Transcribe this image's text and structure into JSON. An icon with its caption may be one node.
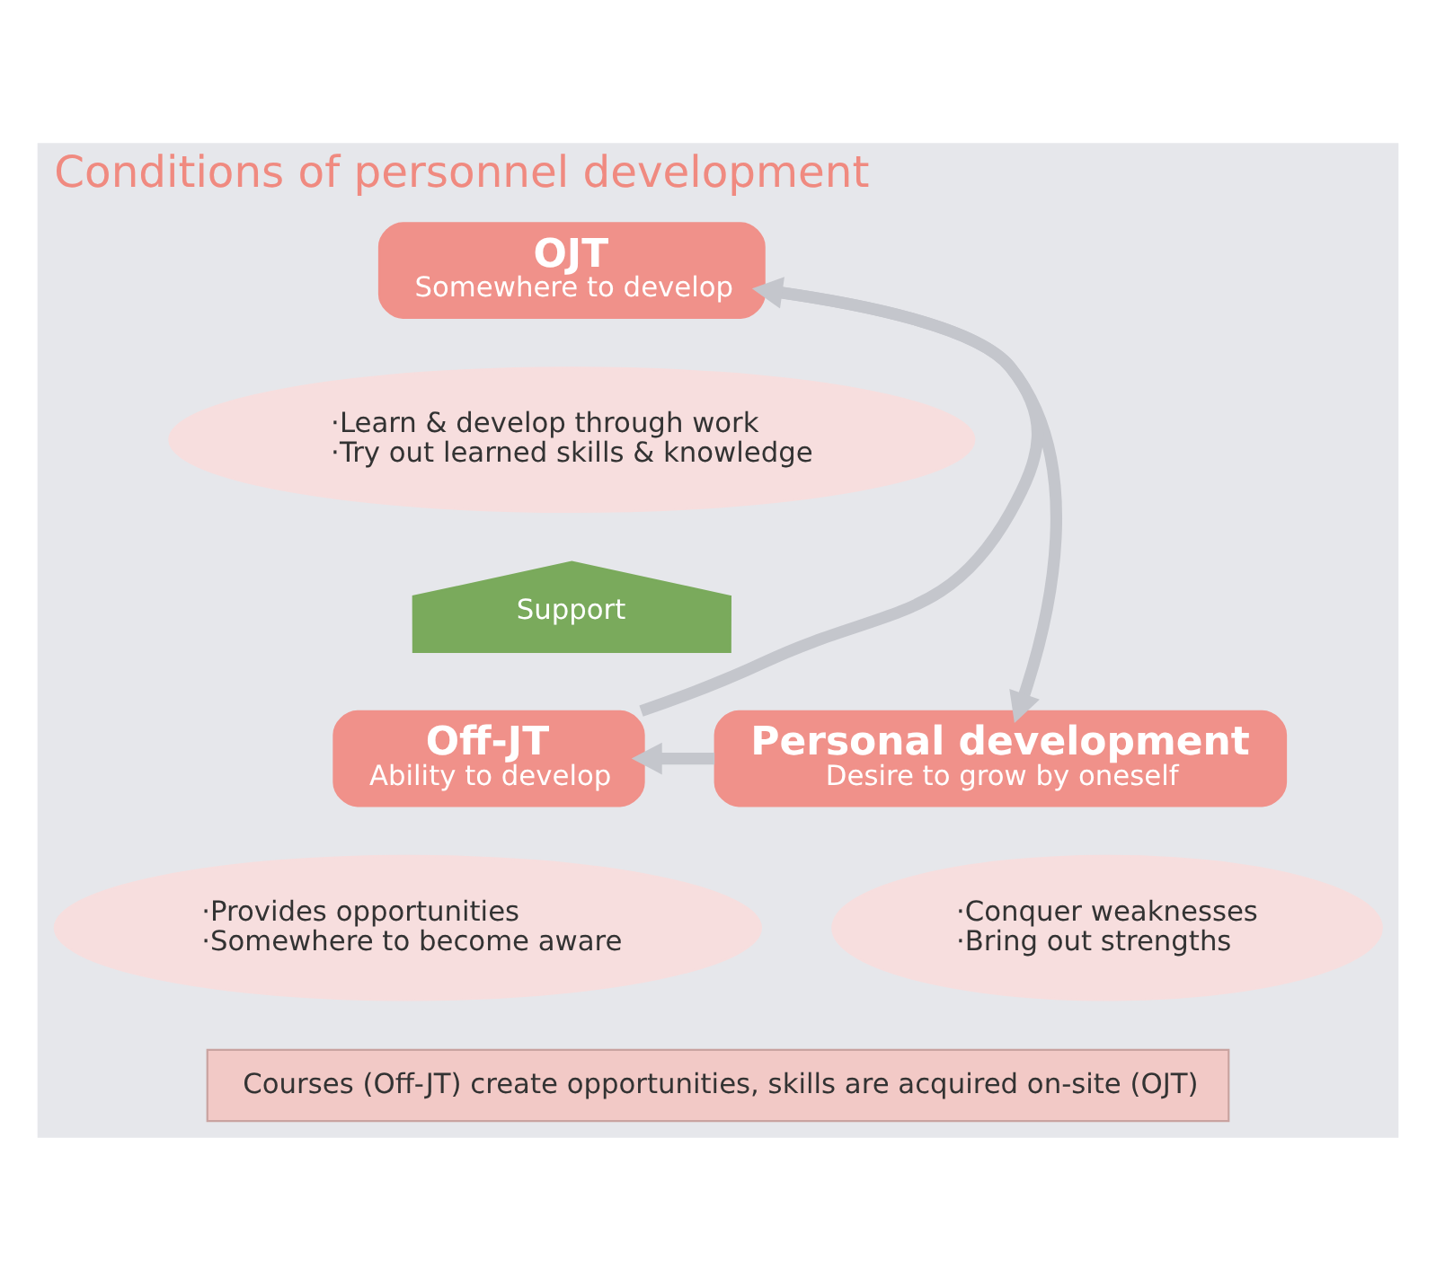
{
  "diagram": {
    "nodes": [
      {
        "text": [
          "Conditions of personnel development"
        ]
      },
      {
        "text": [
          "OJT",
          "Somewhere to develop"
        ],
        "in": 0
      },
      {
        "text": [
          "·Learn & develop through work",
          "·Try out learned skills & knowledge"
        ],
        "in": 0
      },
      {
        "text": [
          "Support"
        ],
        "in": 0
      },
      {
        "text": [
          "Off-JT",
          "Ability to develop"
        ],
        "in": 0
      },
      {
        "text": [
          "Personal development",
          "Desire to grow by oneself"
        ],
        "in": 0
      },
      {
        "text": [
          "·Provides opportunities",
          "·Somewhere to become aware"
        ],
        "in": 0
      },
      {
        "text": [
          "·Conquer weaknesses",
          "·Bring out strengths"
        ],
        "in": 0
      },
      {
        "text": [
          "Courses (Off-JT) create opportunities, skills are acquired on-site (OJT)"
        ],
        "in": 0
      }
    ],
    "edges": [
      {
        "from": 1,
        "to": 5,
        "arrow": "to"
      },
      {
        "from": 5,
        "to": 4,
        "arrow": "to"
      },
      {
        "from": 4,
        "to": 1,
        "arrow": "to"
      }
    ]
  }
}
